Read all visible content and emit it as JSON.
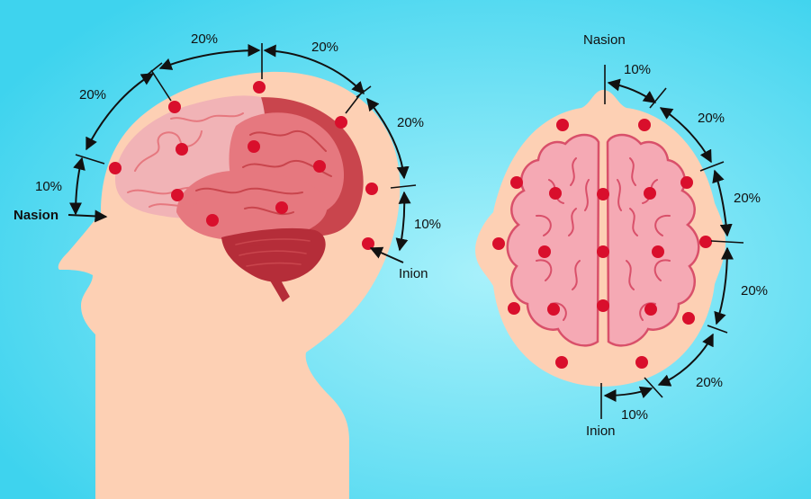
{
  "colors": {
    "background_center": "#a8f1fb",
    "background_edge": "#3ed3ee",
    "skin": "#fdd0b4",
    "brain_front": "#f1b3b6",
    "brain_mid": "#e6787f",
    "brain_dark": "#c9454d",
    "cerebellum": "#b52d39",
    "electrode": "#d90f2c",
    "brain_top": "#f5a9b4",
    "brain_top_outline": "#d9506a"
  },
  "side_view": {
    "segments": {
      "front_bottom": "10%",
      "front_mid": "20%",
      "top_left": "20%",
      "top_right": "20%",
      "back_mid": "20%",
      "back_bottom": "10%"
    },
    "nasion_label": "Nasion",
    "inion_label": "Inion"
  },
  "top_view": {
    "nasion_label": "Nasion",
    "inion_label": "Inion",
    "segments": {
      "top": "10%",
      "upper": "20%",
      "mid_upper": "20%",
      "mid_lower": "20%",
      "lower": "20%",
      "bottom": "10%"
    }
  }
}
